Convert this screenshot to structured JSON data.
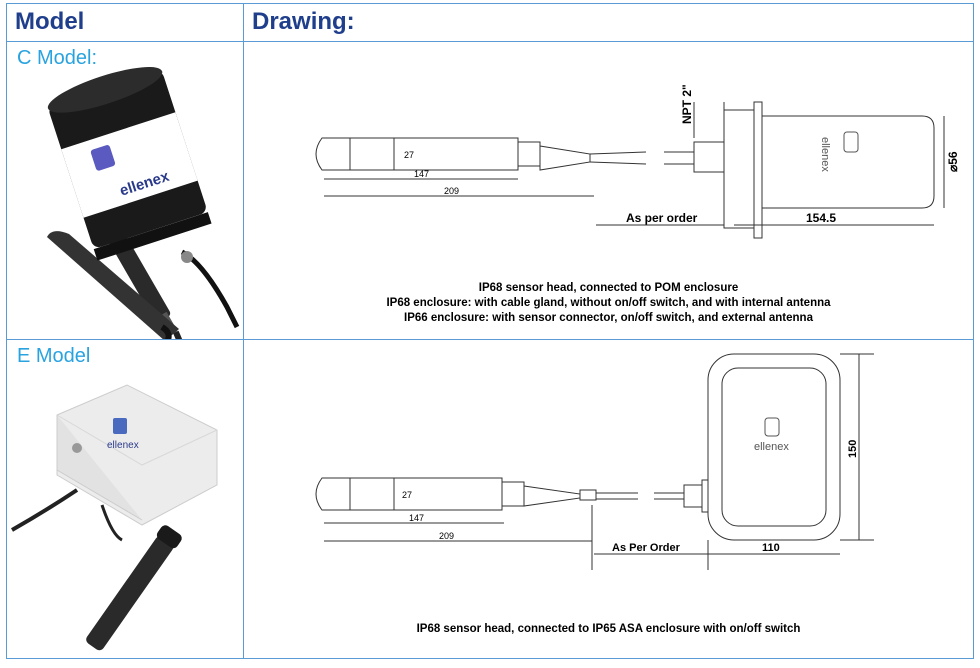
{
  "header": {
    "model_label": "Model",
    "drawing_label": "Drawing:"
  },
  "c_model": {
    "title": "C Model:",
    "photo_logo": "ellenex",
    "dimensions": {
      "head_height": "27",
      "body_length": "147",
      "total_length": "209",
      "cable": "As per order",
      "enclosure_length": "154.5",
      "thread": "NPT 2\"",
      "diameter": "⌀56"
    },
    "drawing_logo": "ellenex",
    "captions": [
      "IP68 sensor head, connected to POM enclosure",
      "IP68 enclosure: with cable gland, without on/off switch, and with internal antenna",
      "IP66 enclosure: with sensor connector, on/off switch, and external antenna"
    ]
  },
  "e_model": {
    "title": "E Model",
    "photo_logo": "ellenex",
    "dimensions": {
      "head_height": "27",
      "body_length": "147",
      "total_length": "209",
      "cable": "As Per Order",
      "enclosure_length": "110",
      "enclosure_height": "150"
    },
    "drawing_logo": "ellenex",
    "captions": [
      "IP68 sensor head, connected to IP65 ASA enclosure with on/off switch"
    ]
  },
  "colors": {
    "border": "#5b9bd5",
    "header_text": "#1f3f8c",
    "model_title": "#29a3e0"
  }
}
